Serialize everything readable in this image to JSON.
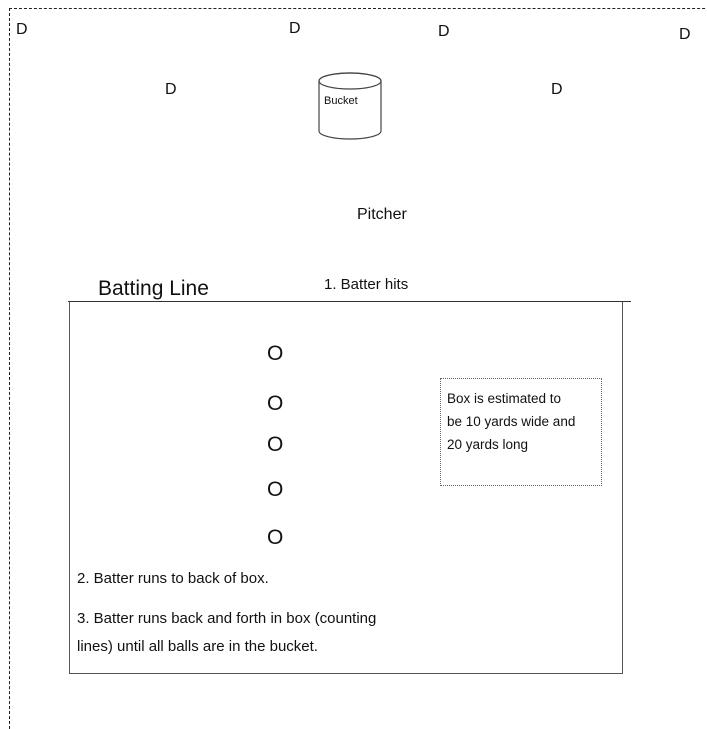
{
  "defenders": [
    "D",
    "D",
    "D",
    "D",
    "D",
    "D"
  ],
  "bucket_label": "Bucket",
  "pitcher_label": "Pitcher",
  "batting_line_label": "Batting Line",
  "step1": "1. Batter hits",
  "runners": [
    "O",
    "O",
    "O",
    "O",
    "O"
  ],
  "box_note": "Box is estimated to\nbe 10 yards wide and\n20 yards long",
  "step2": "2. Batter runs to back of box.",
  "step3_line1": "3. Batter runs back and forth in box (counting",
  "step3_line2": "lines) until all balls are in the bucket."
}
